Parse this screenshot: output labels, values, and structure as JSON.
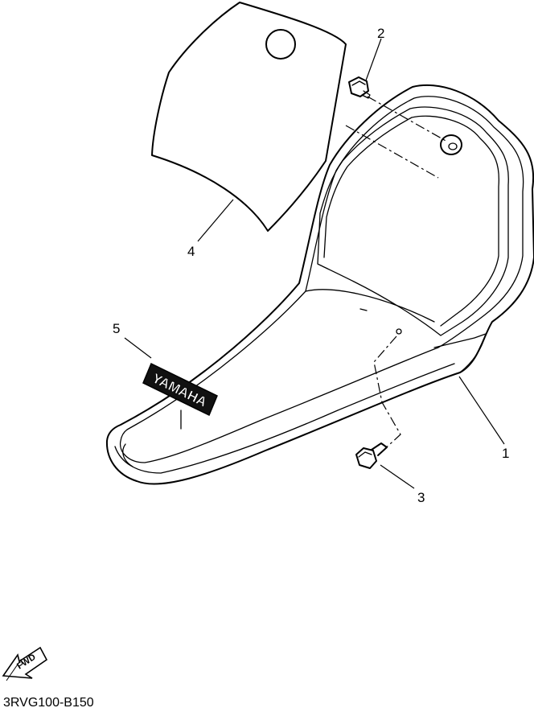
{
  "diagram": {
    "parts": [
      {
        "number": "1",
        "part": "seat"
      },
      {
        "number": "2",
        "part": "bolt-top"
      },
      {
        "number": "3",
        "part": "bolt-bottom"
      },
      {
        "number": "4",
        "part": "seat-cover-panel"
      },
      {
        "number": "5",
        "part": "emblem"
      }
    ],
    "emblem_text": "YAMAHA",
    "fwd_label": "FWD",
    "drawing_code": "3RVG100-B150"
  }
}
